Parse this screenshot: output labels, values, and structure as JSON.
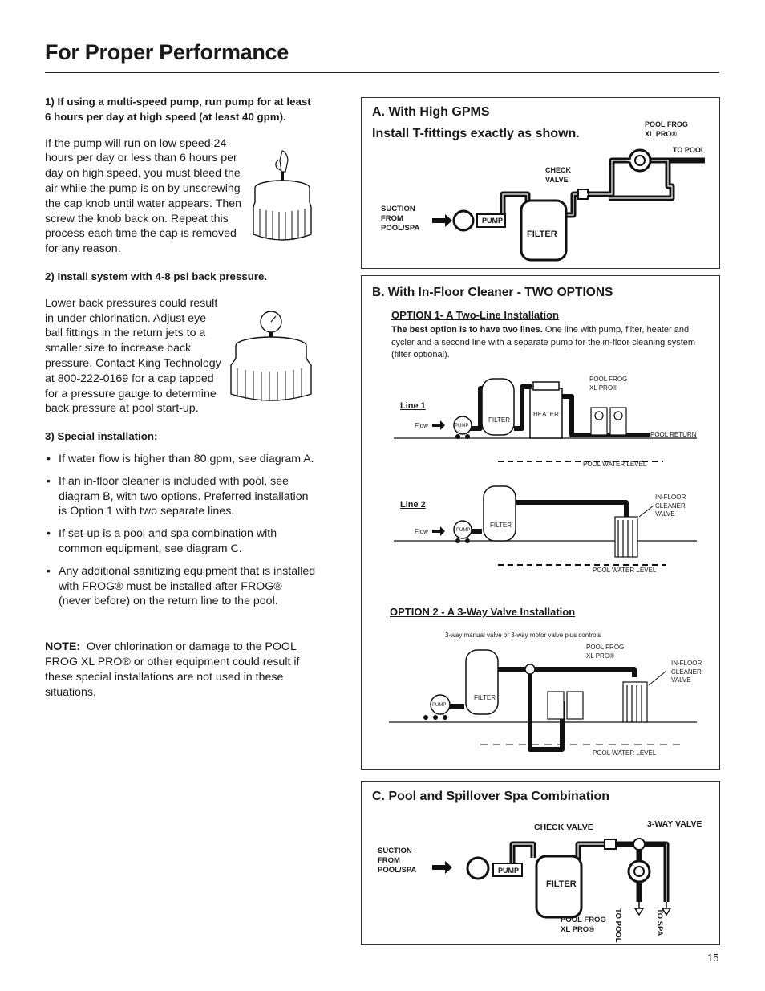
{
  "page": {
    "title": "For Proper Performance",
    "page_number": "15"
  },
  "left": {
    "s1_heading": "1) If using a multi-speed pump, run pump for at least 6 hours per day at high speed (at least 40 gpm).",
    "s1_body": "If the pump will run on low speed 24 hours per day or less than 6 hours per day on high speed, you must bleed the air while the pump is on by unscrewing the cap knob until water appears. Then screw the knob back on. Repeat this process each time the cap is removed for any reason.",
    "s2_heading": "2) Install system with 4-8 psi back pressure.",
    "s2_body": "Lower back pressures could result in under chlorination. Adjust eye ball fittings in the return jets to a smaller size to increase back pressure. Contact King Technology at 800-222-0169 for a cap tapped for a pressure gauge to determine back pressure at pool start-up.",
    "s3_heading": "3) Special installation:",
    "bullets": [
      "If water flow is higher than 80 gpm, see diagram A.",
      "If an in-floor cleaner is included with pool, see diagram B, with two options. Preferred installation is Option 1 with two separate lines.",
      "If set-up is a pool and spa combination with common equipment, see diagram C.",
      "Any additional sanitizing equipment that is installed with FROG® must be installed after FROG® (never before) on the return line to the pool."
    ],
    "bullet_char": "•",
    "note_label": "NOTE:",
    "note_body": "Over chlorination or damage to the POOL FROG XL PRO® or other equipment could result if these special installations are not used in these situations."
  },
  "panelA": {
    "title": "A.  With High GPMS",
    "subtitle": "Install T-fittings exactly as shown.",
    "labels": {
      "suction": "SUCTION\nFROM\nPOOL/SPA",
      "pump": "PUMP",
      "filter": "FILTER",
      "check_valve": "CHECK\nVALVE",
      "pool_frog": "POOL FROG\nXL PRO®",
      "to_pool": "TO POOL"
    }
  },
  "panelB": {
    "title": "B. With In-Floor Cleaner - TWO OPTIONS",
    "option1_title": "OPTION 1- A Two-Line Installation",
    "option1_lead": "The best option is to have two lines.",
    "option1_text": " One line with pump, filter, heater and cycler and a second line with a separate pump for the in-floor cleaning system (filter optional).",
    "line1": "Line 1",
    "line2": "Line 2",
    "flow": "Flow",
    "pump": "PUMP",
    "filter": "FILTER",
    "heater": "HEATER",
    "pool_frog": "POOL FROG\nXL PRO®",
    "pool_return": "POOL RETURN",
    "pool_water_level": "POOL WATER LEVEL",
    "infloor_valve": "IN-FLOOR\nCLEANER\nVALVE",
    "option2_title": "OPTION 2 - A 3-Way Valve Installation",
    "option2_caption": "3-way manual valve or 3-way motor valve plus controls"
  },
  "panelC": {
    "title": "C.  Pool and Spillover Spa Combination",
    "labels": {
      "check_valve": "CHECK VALVE",
      "three_way": "3-WAY VALVE",
      "suction": "SUCTION\nFROM\nPOOL/SPA",
      "pump": "PUMP",
      "filter": "FILTER",
      "pool_frog": "POOL FROG\nXL PRO®",
      "to_pool": "TO POOL",
      "to_spa": "TO SPA"
    }
  }
}
